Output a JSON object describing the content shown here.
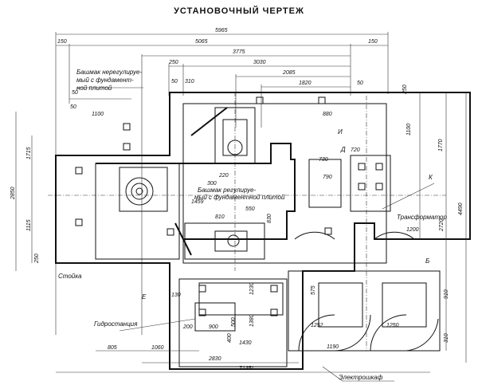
{
  "title": "УСТАНОВОЧНЫЙ ЧЕРТЕЖ",
  "labels": {
    "shoe_fixed": [
      "Башмак нерегулируе-",
      "мый с фундамент-",
      "ной плитой"
    ],
    "shoe_adjustable": [
      "Башмак регулируе-",
      "мый с фундаментной плитой"
    ],
    "stand": "Стойка",
    "hydro_station": "Гидростанция",
    "electric_cabinet": "Электрошкаф",
    "transformer": "Трансформатор",
    "section_e": "Е",
    "mark_k": "К",
    "mark_d": "Д",
    "mark_i": "И",
    "mark_b": "Б"
  },
  "dimensions": {
    "top": [
      "5965",
      "150",
      "5065",
      "150",
      "3775",
      "250",
      "3030",
      "2085",
      "1820",
      "50",
      "50",
      "310",
      "50",
      "1100"
    ],
    "right": [
      "250",
      "1100",
      "1770",
      "4490",
      "2720",
      "1200",
      "910",
      "310"
    ],
    "left": [
      "2850",
      "1715",
      "1115",
      "250",
      "50"
    ],
    "bottom": [
      "805",
      "1060",
      "2830",
      "7135*",
      "1252",
      "1250",
      "1190",
      "1430",
      "400"
    ],
    "inner": [
      "880",
      "720",
      "730",
      "790",
      "1459",
      "810",
      "550",
      "300",
      "220",
      "1380",
      "1230",
      "575",
      "500",
      "900",
      "200",
      "130",
      "830"
    ]
  }
}
